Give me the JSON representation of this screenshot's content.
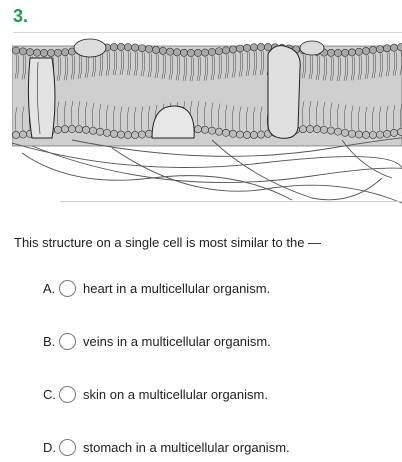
{
  "question": {
    "number": "3.",
    "stem": "This structure on a single cell is most similar to the —",
    "accent_color": "#1e9c4a"
  },
  "figure": {
    "subject": "cell-membrane-illustration"
  },
  "choices": [
    {
      "letter": "A.",
      "text": "heart in a multicellular organism."
    },
    {
      "letter": "B.",
      "text": "veins in a multicellular organism."
    },
    {
      "letter": "C.",
      "text": "skin on a multicellular organism."
    },
    {
      "letter": "D.",
      "text": "stomach in a multicellular organism."
    }
  ]
}
